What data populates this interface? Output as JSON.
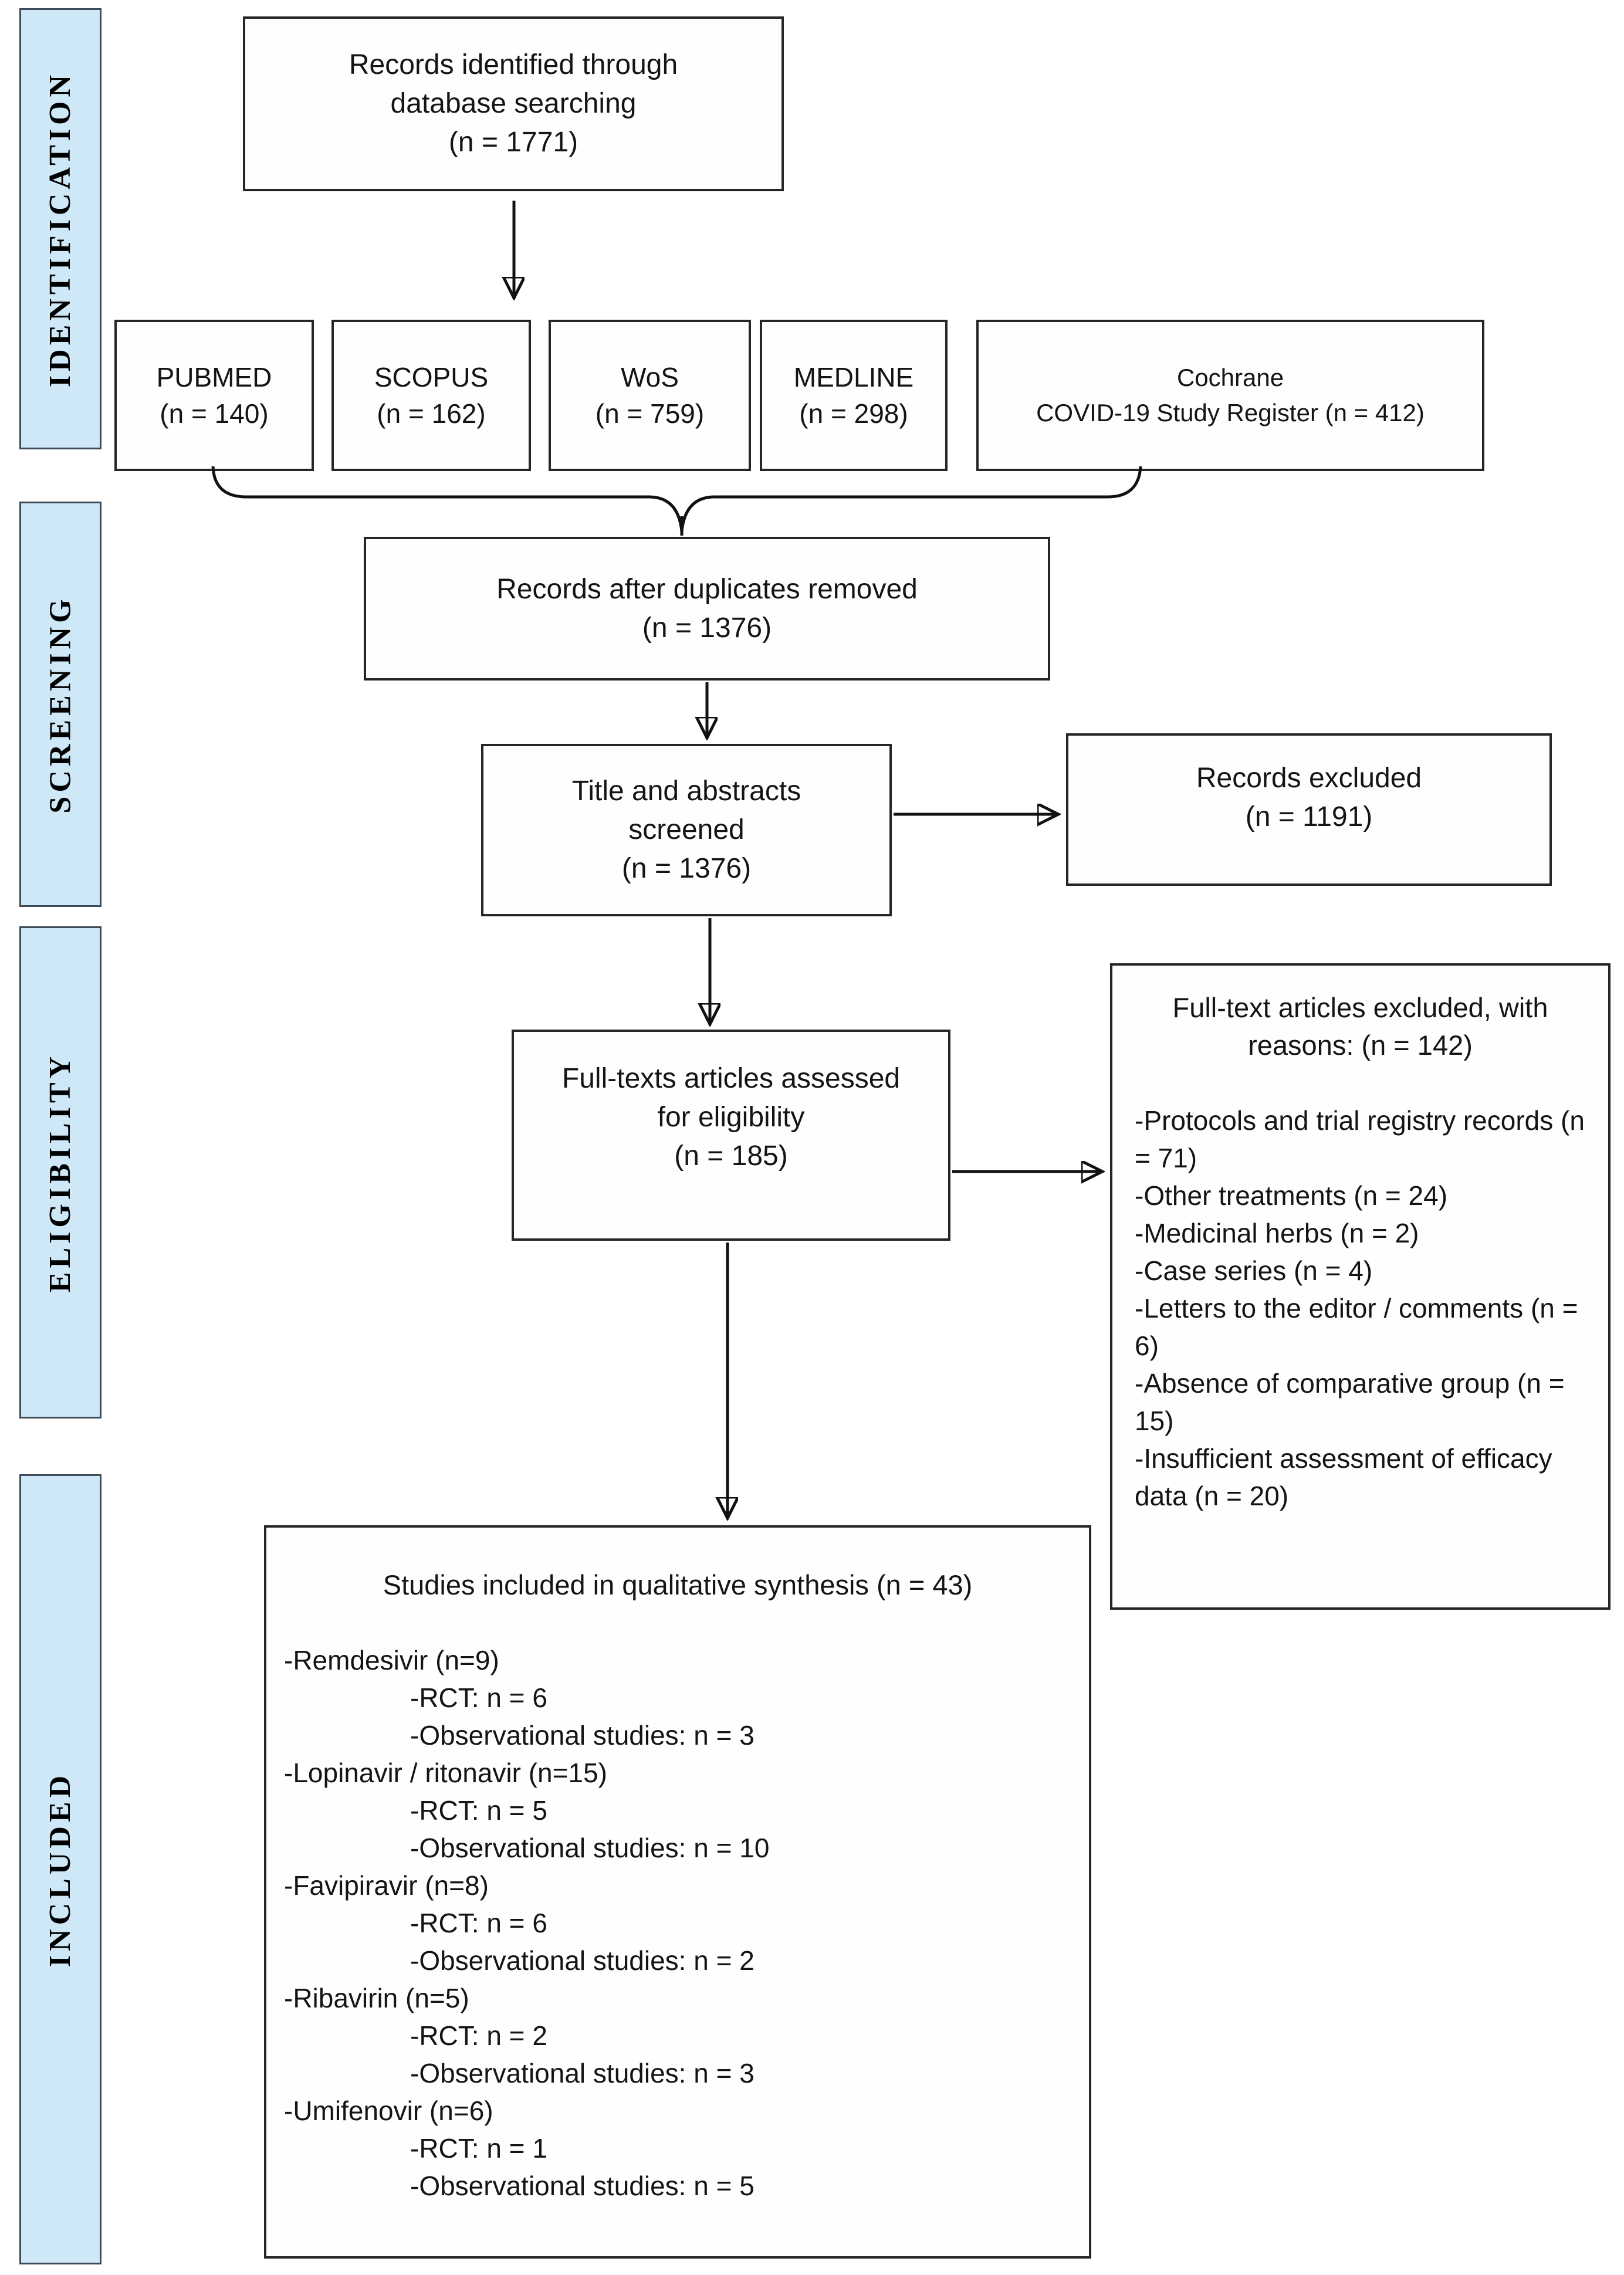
{
  "diagram_title": "PRISMA flow diagram",
  "colors": {
    "stage_fill": "#cfe8f7",
    "stage_border": "#3d4a57",
    "box_border": "#262626",
    "arrow": "#111111",
    "background": "#ffffff"
  },
  "sidebar": {
    "stages": [
      {
        "label": "IDENTIFICATION"
      },
      {
        "label": "SCREENING"
      },
      {
        "label": "ELIGIBILITY"
      },
      {
        "label": "INCLUDED"
      }
    ]
  },
  "boxes": {
    "records_identified": {
      "lines": [
        "Records identified through",
        "database searching",
        "(n = 1771)"
      ]
    },
    "databases": [
      {
        "lines": [
          "PUBMED",
          "(n = 140)"
        ]
      },
      {
        "lines": [
          "SCOPUS",
          "(n = 162)"
        ]
      },
      {
        "lines": [
          "WoS",
          "(n = 759)"
        ]
      },
      {
        "lines": [
          "MEDLINE",
          "(n = 298)"
        ]
      },
      {
        "lines": [
          "Cochrane",
          "COVID-19 Study Register (n = 412)"
        ]
      }
    ],
    "duplicates_removed": {
      "lines": [
        "Records after duplicates removed",
        "(n = 1376)"
      ]
    },
    "title_abstract_screened": {
      "lines": [
        "Title and abstracts",
        "screened",
        "(n = 1376)"
      ]
    },
    "records_excluded": {
      "lines": [
        "Records excluded",
        "(n = 1191)"
      ]
    },
    "fulltext_assessed": {
      "lines": [
        "Full-texts articles assessed",
        "for eligibility",
        "(n = 185)"
      ]
    },
    "fulltext_excluded": {
      "header": "Full-text articles excluded, with reasons: (n = 142)",
      "reasons": [
        "-Protocols and trial registry records (n = 71)",
        "-Other treatments (n = 24)",
        "-Medicinal herbs (n = 2)",
        "-Case series (n = 4)",
        "-Letters to the editor / comments (n = 6)",
        "-Absence of comparative group (n = 15)",
        "-Insufficient assessment of efficacy data (n = 20)"
      ]
    },
    "included_studies": {
      "title": "Studies included in qualitative synthesis (n = 43)",
      "items": [
        {
          "text": "-Remdesivir (n=9)",
          "indent": 0
        },
        {
          "text": "-RCT: n = 6",
          "indent": 1
        },
        {
          "text": "-Observational studies: n = 3",
          "indent": 1
        },
        {
          "text": "-Lopinavir / ritonavir (n=15)",
          "indent": 0
        },
        {
          "text": "-RCT: n = 5",
          "indent": 1
        },
        {
          "text": "-Observational studies: n = 10",
          "indent": 1
        },
        {
          "text": "-Favipiravir (n=8)",
          "indent": 0
        },
        {
          "text": "-RCT: n = 6",
          "indent": 1
        },
        {
          "text": "-Observational studies: n = 2",
          "indent": 1
        },
        {
          "text": "-Ribavirin (n=5)",
          "indent": 0
        },
        {
          "text": "-RCT: n = 2",
          "indent": 1
        },
        {
          "text": "-Observational studies: n = 3",
          "indent": 1
        },
        {
          "text": " -Umifenovir (n=6)",
          "indent": 0
        },
        {
          "text": "-RCT: n = 1",
          "indent": 1
        },
        {
          "text": "-Observational studies: n = 5",
          "indent": 1
        }
      ]
    }
  }
}
